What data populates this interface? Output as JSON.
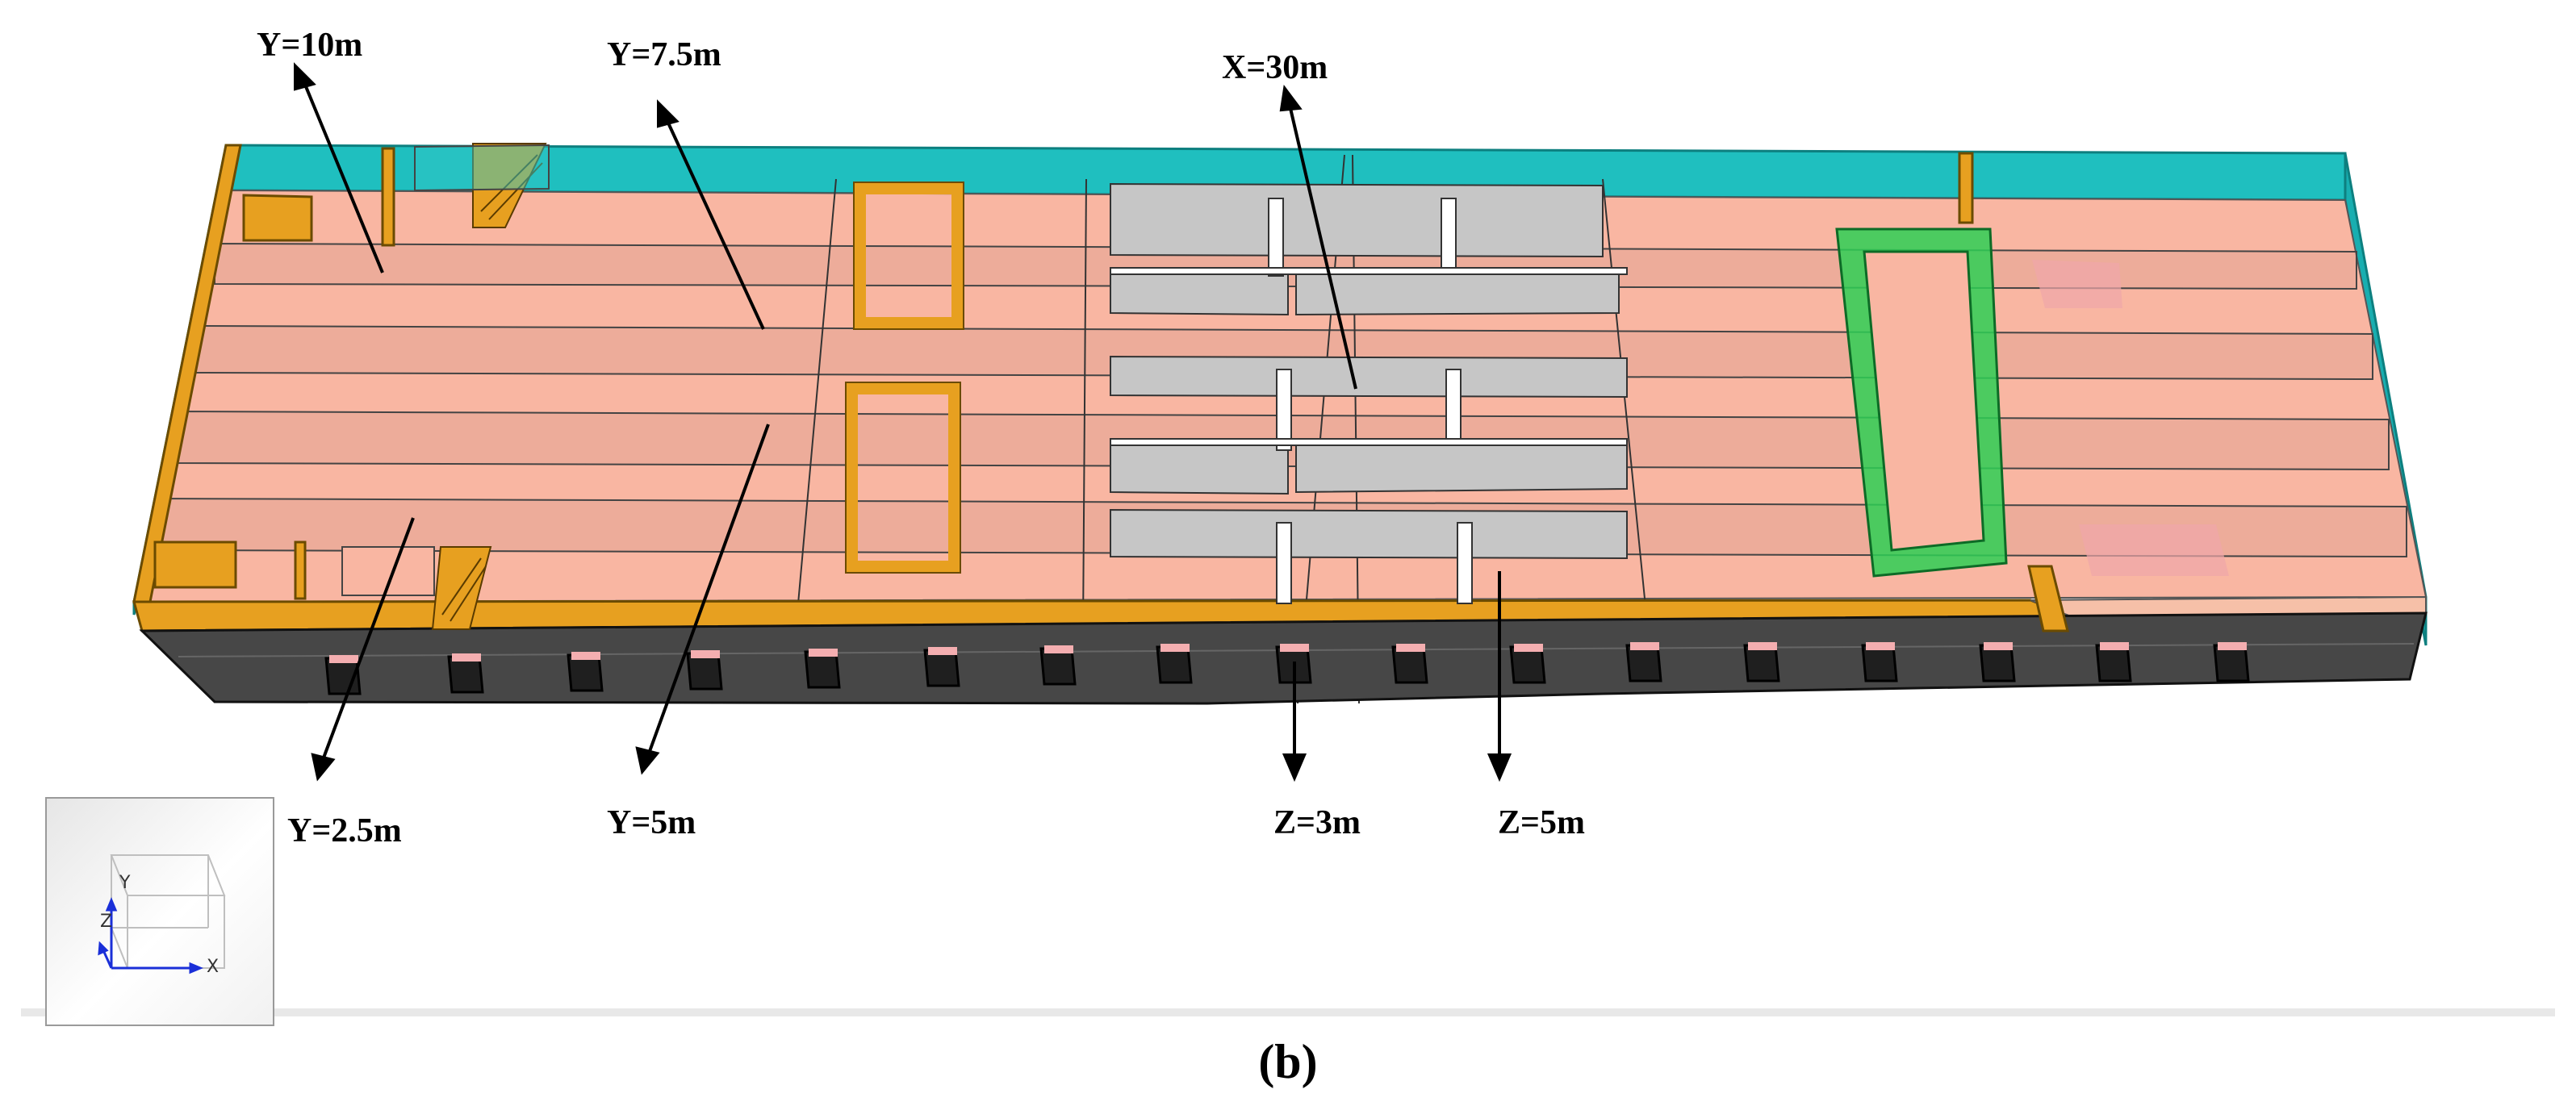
{
  "labels": {
    "y10": "Y=10m",
    "y75": "Y=7.5m",
    "x30": "X=30m",
    "y25": "Y=2.5m",
    "y5": "Y=5m",
    "z3": "Z=3m",
    "z5": "Z=5m"
  },
  "axes": {
    "x": "X",
    "y": "Y",
    "z": "Z"
  },
  "caption": "(b)",
  "colors": {
    "floor": "#f9b6a2",
    "slice_plane": "#e9a396",
    "back_wall": "#1fbfbf",
    "exterior_wall": "#474747",
    "orange_frame": "#e7a020",
    "green_frame": "#2ecf55",
    "partition": "#c6c6c6",
    "window": "#f4aeb0"
  }
}
